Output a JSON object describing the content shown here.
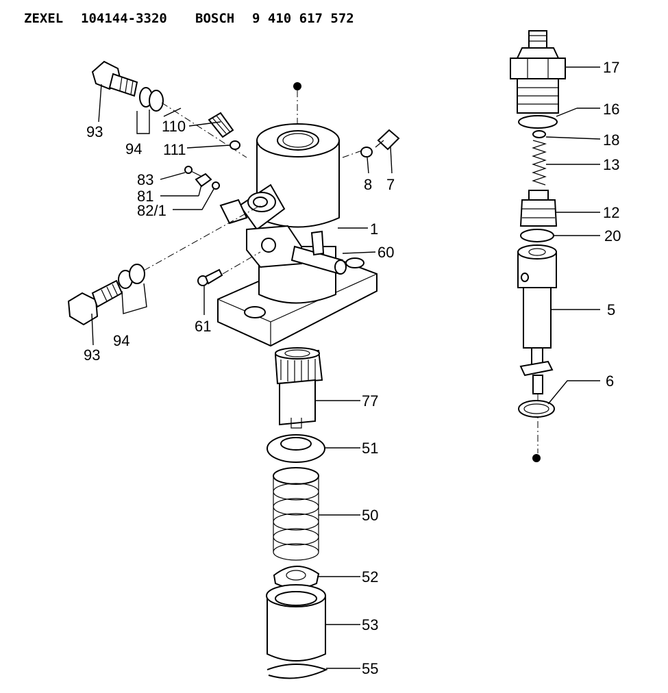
{
  "header": {
    "brand1": "ZEXEL",
    "part1": "104144-3320",
    "brand2": "BOSCH",
    "part2": "9 410 617 572"
  },
  "callouts": {
    "c93a": "93",
    "c94a": "94",
    "c110": "110",
    "c111": "111",
    "c83": "83",
    "c81": "81",
    "c82": "82/1",
    "c8": "8",
    "c7": "7",
    "c1": "1",
    "c60": "60",
    "c61": "61",
    "c93b": "93",
    "c94b": "94",
    "c17": "17",
    "c16": "16",
    "c18": "18",
    "c13": "13",
    "c12": "12",
    "c20": "20",
    "c5": "5",
    "c6": "6",
    "c77": "77",
    "c51": "51",
    "c50": "50",
    "c52": "52",
    "c53": "53",
    "c55": "55"
  }
}
